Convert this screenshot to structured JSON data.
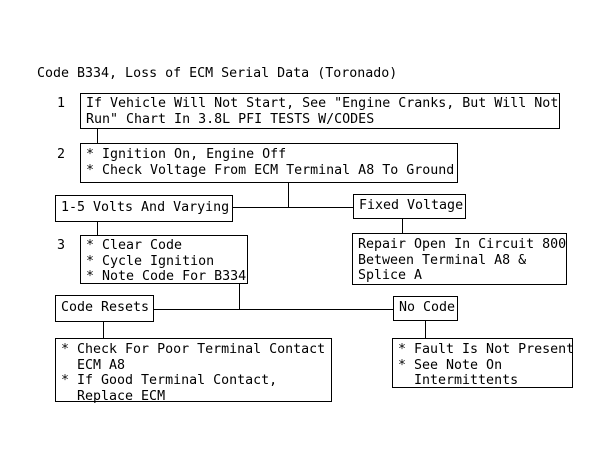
{
  "page": {
    "title": "Code B334, Loss of ECM Serial Data (Toronado)"
  },
  "steps": {
    "step1": {
      "number": "1",
      "line1": "If Vehicle Will Not Start, See \"Engine Cranks, But Will Not",
      "line2": "Run\" Chart In 3.8L PFI TESTS W/CODES"
    },
    "step2": {
      "number": "2",
      "line1": "* Ignition On, Engine Off",
      "line2": "* Check Voltage From ECM Terminal A8 To Ground"
    },
    "step3": {
      "number": "3",
      "line1": "* Clear Code",
      "line2": "* Cycle Ignition",
      "line3": "* Note Code For B334"
    }
  },
  "outcomes": {
    "varying": {
      "label": "1-5 Volts And Varying"
    },
    "fixed": {
      "label": "Fixed Voltage"
    },
    "code_resets": {
      "label": "Code Resets"
    },
    "no_code": {
      "label": "No Code"
    }
  },
  "actions": {
    "repair_open": {
      "line1": "Repair Open In Circuit 800",
      "line2": "Between Terminal A8 &",
      "line3": "Splice A"
    },
    "terminal_contact": {
      "line1": "* Check For Poor Terminal Contact",
      "line2": "  ECM A8",
      "line3": "* If Good Terminal Contact,",
      "line4": "  Replace ECM"
    },
    "fault_not_present": {
      "line1": "* Fault Is Not Present",
      "line2": "* See Note On",
      "line3": "  Intermittents"
    }
  },
  "colors": {
    "background": "#ffffff",
    "line": "#000000",
    "text": "#000000"
  }
}
